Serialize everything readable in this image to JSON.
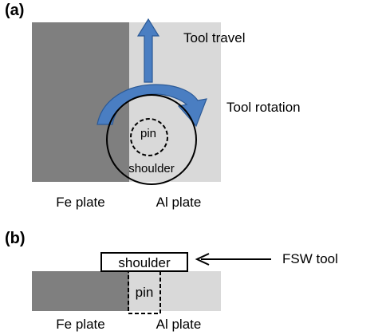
{
  "panel_a": {
    "label": "(a)",
    "left_plate_label": "Fe plate",
    "right_plate_label": "Al plate",
    "travel_label": "Tool travel",
    "rotation_label": "Tool rotation",
    "pin_label": "pin",
    "shoulder_label": "shoulder"
  },
  "panel_b": {
    "label": "(b)",
    "tool_label": "FSW tool",
    "shoulder_label": "shoulder",
    "pin_label": "pin",
    "left_plate_label": "Fe plate",
    "right_plate_label": "Al plate"
  },
  "colors": {
    "fe_plate": "#7f7f7f",
    "al_plate": "#d9d9d9",
    "arrow_fill": "#4a7ec2",
    "arrow_stroke": "#2c5a96",
    "outline": "#000000"
  }
}
